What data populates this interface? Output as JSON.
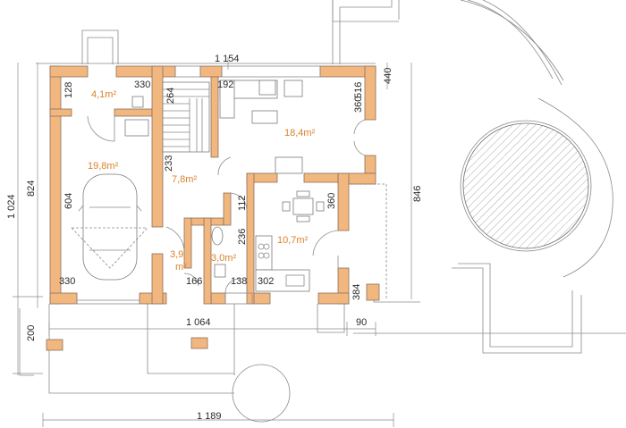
{
  "dims": {
    "total_top": "1 154",
    "total_bottom_inner": "1 064",
    "total_bottom": "1 189",
    "left_total": "1 024",
    "left_inner": "824",
    "left_bottom": "200",
    "right_total": "846",
    "top_right": "440",
    "bottom_right": "90",
    "d128": "128",
    "d330_top": "330",
    "d264": "264",
    "d192": "192",
    "d516": "516",
    "d360_right": "360",
    "d604": "604",
    "d233": "233",
    "d112": "112",
    "d360_kitchen": "360",
    "d236": "236",
    "d330_bottom": "330",
    "d166": "166",
    "d138": "138",
    "d302": "302",
    "d384": "384"
  },
  "areas": {
    "boiler": "4,1m²",
    "garage": "19,8m²",
    "hall": "7,8m²",
    "living": "18,4m²",
    "kitchen": "10,7m²",
    "storage_line1": "3,9",
    "storage_line2": "m²",
    "wc": "3,0m²"
  },
  "colors": {
    "wall": "#f2b77e",
    "area_text": "#d9822b"
  }
}
